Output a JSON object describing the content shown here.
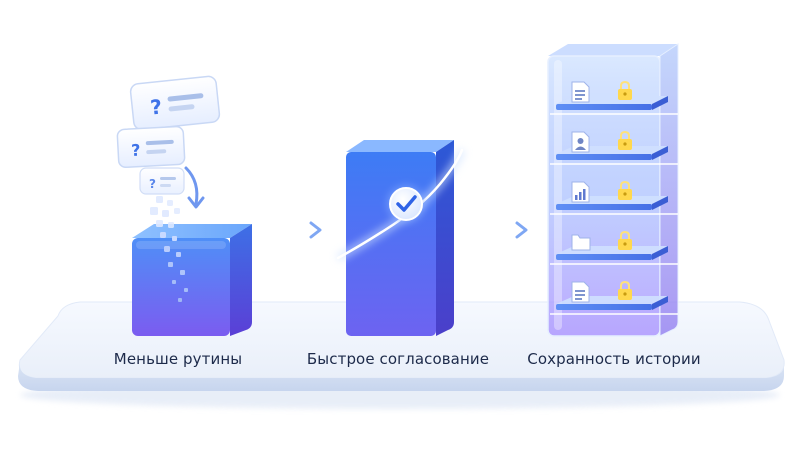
{
  "stages": [
    {
      "label": "Меньше рутины",
      "icon": "question-card-icon"
    },
    {
      "label": "Быстрое согласование",
      "icon": "check-icon"
    },
    {
      "label": "Сохранность истории",
      "icon": "lock-icon"
    }
  ],
  "cards": [
    "?",
    "?",
    "?"
  ],
  "archive_rows": [
    {
      "icon": "document-icon"
    },
    {
      "icon": "user-document-icon"
    },
    {
      "icon": "chart-document-icon"
    },
    {
      "icon": "folder-icon"
    },
    {
      "icon": "document-icon"
    }
  ],
  "colors": {
    "accent": "#3f7bf5",
    "accent_dark": "#2d5fe0",
    "violet": "#7b5cf0",
    "platform": "#eef3fc",
    "text": "#1d2a4a"
  }
}
